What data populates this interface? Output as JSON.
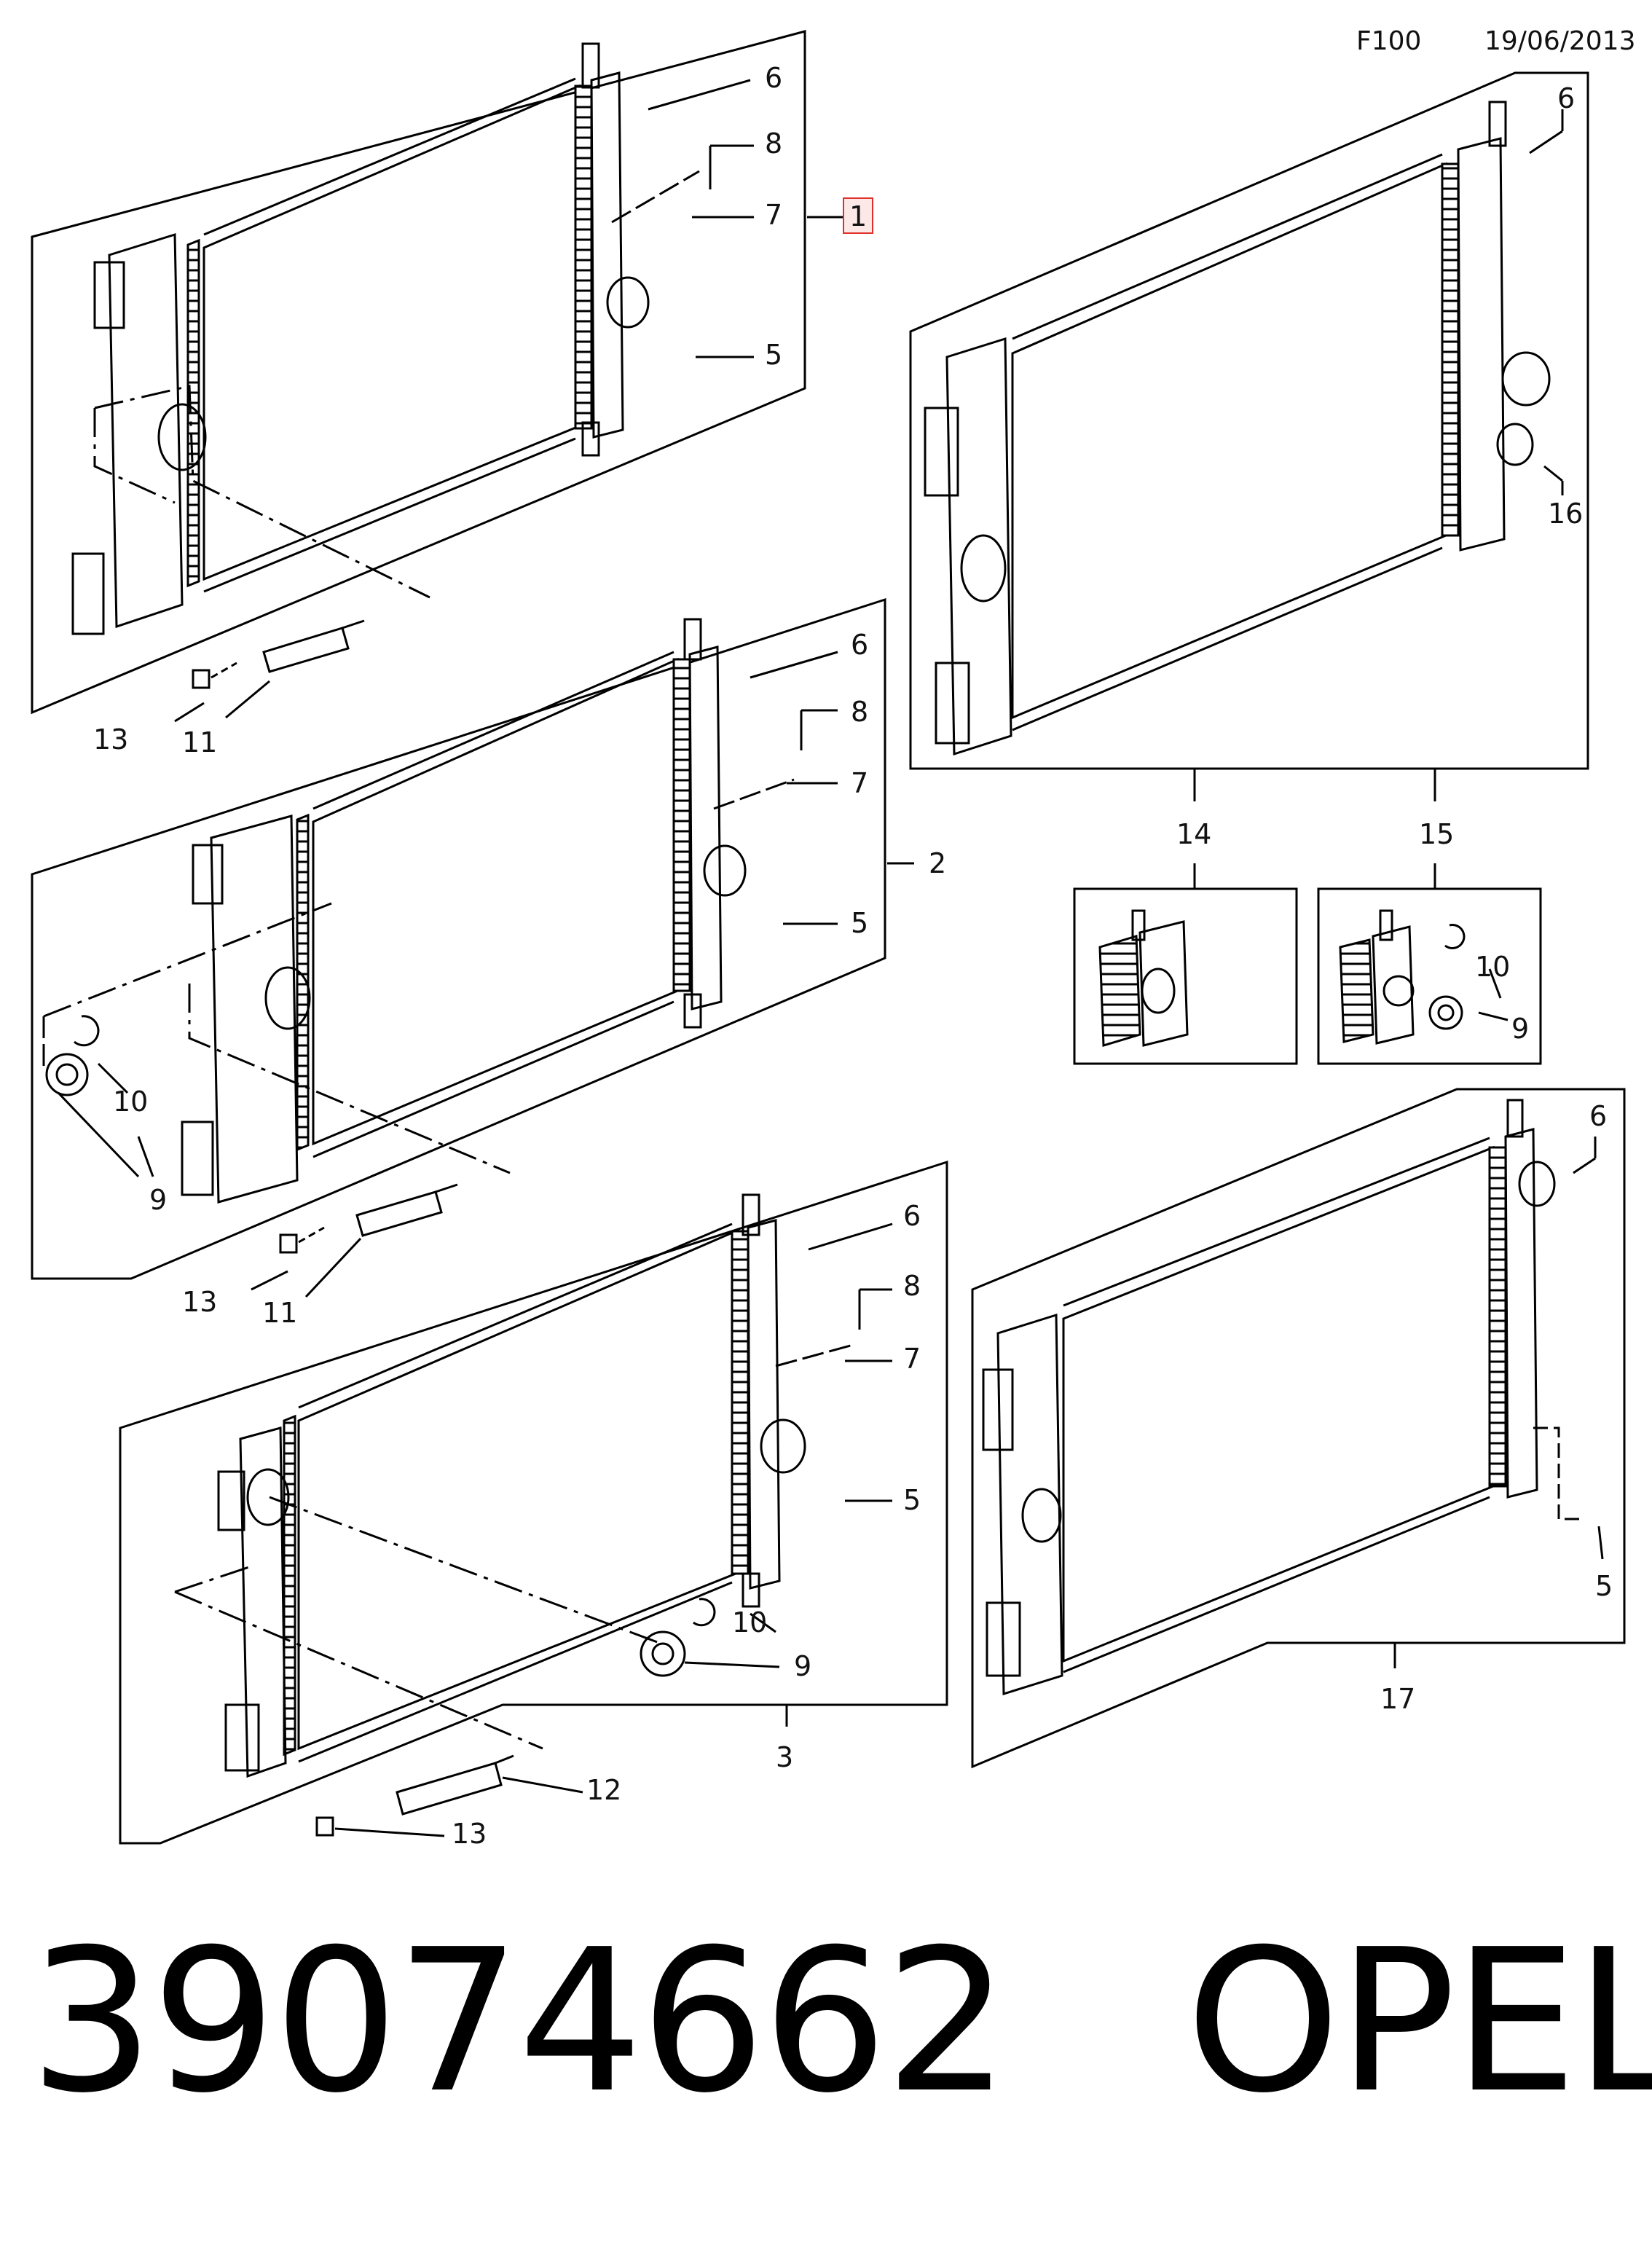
{
  "header": {
    "code": "F100",
    "date": "19/06/2013"
  },
  "footer": {
    "part_number": "39074662",
    "brand": "OPEL"
  },
  "callouts": {
    "c1": "1",
    "c2": "2",
    "c3": "3",
    "c5": "5",
    "c6": "6",
    "c7": "7",
    "c8": "8",
    "c9": "9",
    "c10": "10",
    "c11": "11",
    "c12": "12",
    "c13": "13",
    "c14": "14",
    "c15": "15",
    "c16": "16",
    "c17": "17"
  },
  "colors": {
    "line": "#000000",
    "highlight_box": "#e0302a",
    "highlight_fill": "#fde8e8"
  }
}
